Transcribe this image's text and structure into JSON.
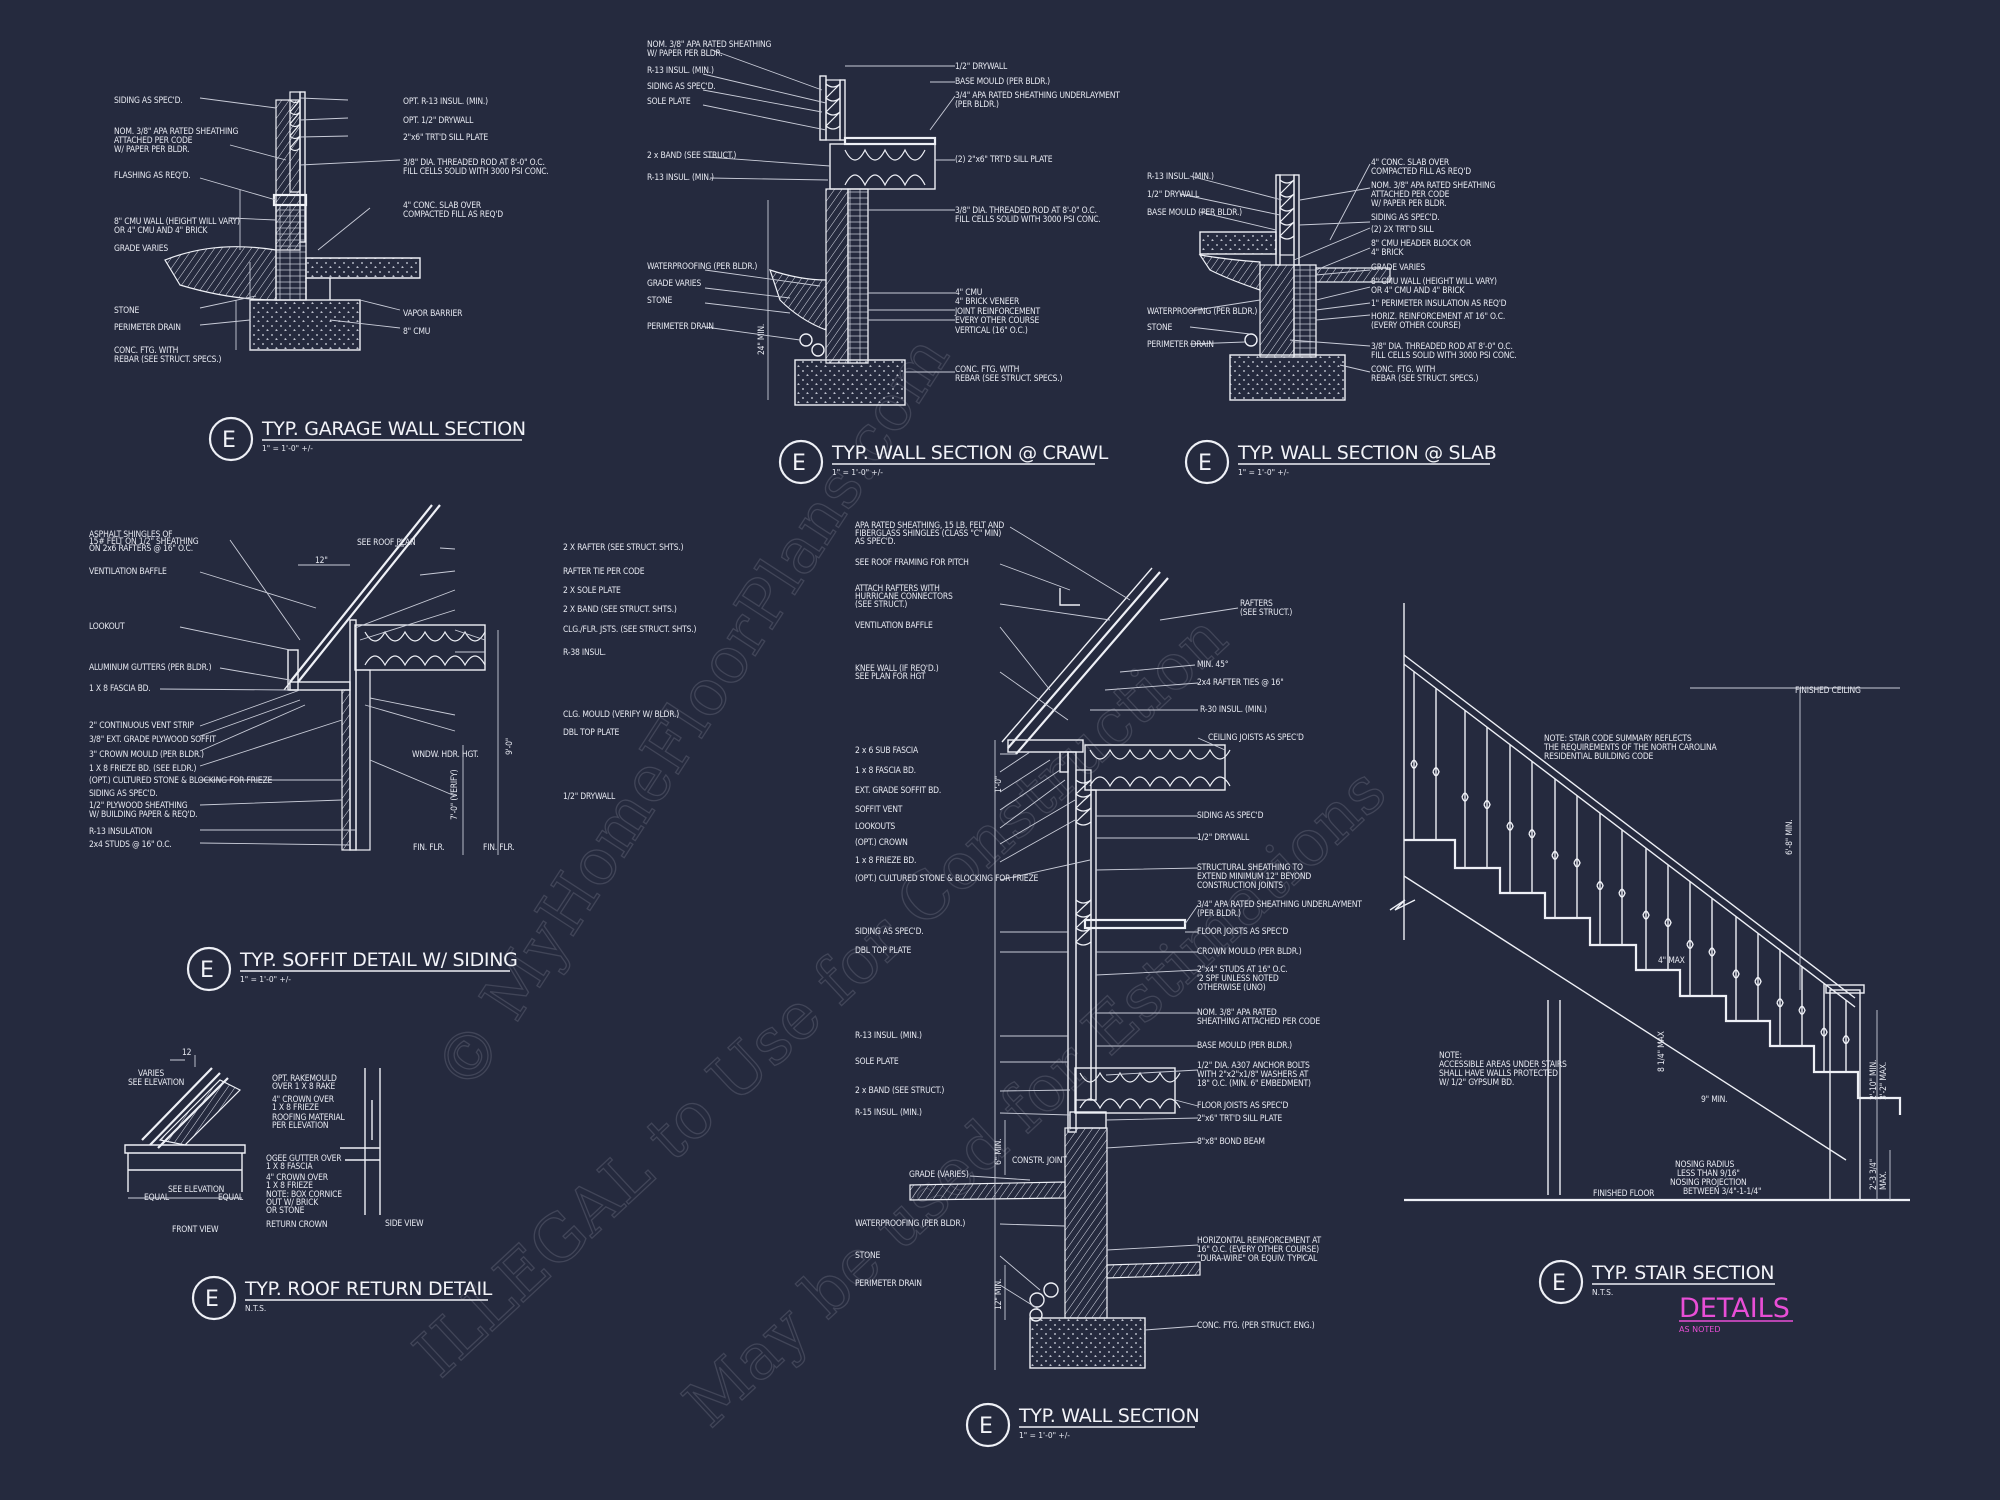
{
  "sheet": {
    "colors": {
      "background": "#252a3e",
      "linework": "#eef0f6",
      "details_accent": "#e84ed6"
    },
    "badge": {
      "title": "DETAILS",
      "subtitle": "AS NOTED"
    },
    "watermark": {
      "line1": "© MyHomeFloorPlans.com",
      "line2": "ILLEGAL to Use for Construction",
      "line3": "May be used for Estimations"
    }
  },
  "details": {
    "garage": {
      "marker": "E",
      "title": "TYP. GARAGE WALL SECTION",
      "scale": "1\" = 1'-0\" +/-",
      "left_notes": [
        "SIDING AS SPEC'D.",
        "NOM. 3/8\" APA RATED SHEATHING",
        "ATTACHED PER CODE",
        "W/ PAPER PER BLDR.",
        "FLASHING AS REQ'D.",
        "8\" CMU WALL (HEIGHT WILL VARY)",
        "OR 4\" CMU AND 4\" BRICK",
        "GRADE VARIES",
        "STONE",
        "PERIMETER DRAIN",
        "CONC. FTG. WITH",
        "REBAR (SEE STRUCT. SPECS.)"
      ],
      "right_notes": [
        "OPT. R-13 INSUL. (MIN.)",
        "OPT. 1/2\" DRYWALL",
        "2\"x6\" TRT'D SILL PLATE",
        "3/8\" DIA. THREADED ROD AT 8'-0\" O.C.",
        "FILL CELLS SOLID WITH 3000 PSI CONC.",
        "4\" CONC. SLAB OVER",
        "COMPACTED FILL AS REQ'D",
        "VAPOR BARRIER",
        "8\" CMU"
      ]
    },
    "crawl": {
      "marker": "E",
      "title": "TYP. WALL SECTION @ CRAWL",
      "scale": "1\" = 1'-0\" +/-",
      "left_notes": [
        "NOM. 3/8\" APA RATED SHEATHING",
        "W/ PAPER PER BLDR.",
        "R-13 INSUL. (MIN.)",
        "SIDING AS SPEC'D.",
        "SOLE PLATE",
        "2 x BAND (SEE STRUCT.)",
        "R-13 INSUL. (MIN.)",
        "WATERPROOFING (PER BLDR.)",
        "GRADE VARIES",
        "STONE",
        "PERIMETER DRAIN"
      ],
      "right_notes": [
        "1/2\" DRYWALL",
        "BASE MOULD (PER BLDR.)",
        "3/4\" APA RATED SHEATHING UNDERLAYMENT",
        "(PER BLDR.)",
        "(2) 2\"x6\" TRT'D SILL PLATE",
        "3/8\" DIA. THREADED ROD AT 8'-0\" O.C.",
        "FILL CELLS SOLID WITH 3000 PSI CONC.",
        "4\" CMU",
        "4\" BRICK VENEER",
        "JOINT REINFORCEMENT",
        "EVERY OTHER COURSE",
        "VERTICAL (16\" O.C.)",
        "CONC. FTG. WITH",
        "REBAR (SEE STRUCT. SPECS.)"
      ],
      "dims": [
        "24\" MIN."
      ]
    },
    "slab": {
      "marker": "E",
      "title": "TYP. WALL SECTION @ SLAB",
      "scale": "1\" = 1'-0\" +/-",
      "left_notes": [
        "R-13 INSUL. (MIN.)",
        "1/2\" DRYWALL",
        "BASE MOULD (PER BLDR.)",
        "WATERPROOFING (PER BLDR.)",
        "STONE",
        "PERIMETER DRAIN"
      ],
      "right_notes": [
        "4\" CONC. SLAB OVER",
        "COMPACTED FILL AS REQ'D",
        "NOM. 3/8\" APA RATED SHEATHING",
        "ATTACHED PER CODE",
        "W/ PAPER PER BLDR.",
        "SIDING AS SPEC'D.",
        "(2) 2X TRT'D SILL",
        "8\" CMU HEADER BLOCK OR",
        "4\" BRICK",
        "GRADE VARIES",
        "8\" CMU WALL (HEIGHT WILL VARY)",
        "OR 4\" CMU AND 4\" BRICK",
        "1\" PERIMETER INSULATION AS REQ'D",
        "HORIZ. REINFORCEMENT AT 16\" O.C.",
        "(EVERY OTHER COURSE)",
        "3/8\" DIA. THREADED ROD AT 8'-0\" O.C.",
        "FILL CELLS SOLID WITH 3000 PSI CONC.",
        "CONC. FTG. WITH",
        "REBAR (SEE STRUCT. SPECS.)"
      ]
    },
    "soffit": {
      "marker": "E",
      "title": "TYP. SOFFIT DETAIL W/ SIDING",
      "scale": "1\" = 1'-0\" +/-",
      "left_notes": [
        "ASPHALT SHINGLES OF",
        "15# FELT ON 1/2\" SHEATHING",
        "ON 2x6 RAFTERS @ 16\" O.C.",
        "VENTILATION BAFFLE",
        "LOOKOUT",
        "ALUMINUM GUTTERS (PER BLDR.)",
        "1 X 8 FASCIA BD.",
        "2\" CONTINUOUS VENT STRIP",
        "3/8\" EXT. GRADE PLYWOOD SOFFIT",
        "3\" CROWN MOULD (PER BLDR.)",
        "1 X 8 FRIEZE BD. (SEE ELDR.)",
        "(OPT.) CULTURED STONE & BLOCKING FOR FRIEZE",
        "SIDING AS SPEC'D.",
        "1/2\" PLYWOOD SHEATHING",
        "W/ BUILDING PAPER & REQ'D.",
        "R-13 INSULATION",
        "2x4 STUDS @ 16\" O.C."
      ],
      "right_notes": [
        "SEE ROOF PLAN",
        "2 X RAFTER (SEE STRUCT. SHTS.)",
        "RAFTER TIE PER CODE",
        "2 X SOLE PLATE",
        "2 X BAND (SEE STRUCT. SHTS.)",
        "CLG./FLR. JSTS. (SEE STRUCT. SHTS.)",
        "R-38 INSUL.",
        "CLG. MOULD (VERIFY W/ BLDR.)",
        "DBL TOP PLATE",
        "1/2\" DRYWALL"
      ],
      "dims": [
        "12\"",
        "WNDW. HDR. HGT.",
        "FIN. FLR.",
        "FIN. FLR.",
        "7'-0\" (VERIFY)",
        "9'-0\""
      ]
    },
    "roof_return": {
      "marker": "E",
      "title": "TYP. ROOF RETURN DETAIL",
      "scale": "N.T.S.",
      "notes": [
        "VARIES",
        "SEE ELEVATION",
        "12",
        "OPT. RAKEMOULD",
        "OVER 1 X 8 RAKE",
        "4\" CROWN OVER",
        "1 X 8 FRIEZE",
        "ROOFING MATERIAL",
        "PER ELEVATION",
        "OGEE GUTTER OVER",
        "1 X 8 FASCIA",
        "4\" CROWN OVER",
        "1 X 8 FRIEZE",
        "NOTE: BOX CORNICE",
        "OUT W/ BRICK",
        "OR STONE",
        "RETURN CROWN",
        "EQUAL",
        "SEE ELEVATION",
        "EQUAL",
        "FRONT VIEW",
        "SIDE VIEW"
      ]
    },
    "wall": {
      "marker": "E",
      "title": "TYP. WALL SECTION",
      "scale": "1\" = 1'-0\" +/-",
      "left_notes": [
        "APA RATED SHEATHING, 15 LB. FELT AND",
        "FIBERGLASS SHINGLES (CLASS \"C\" MIN)",
        "AS SPEC'D.",
        "SEE ROOF FRAMING FOR PITCH",
        "ATTACH RAFTERS WITH",
        "HURRICANE CONNECTORS",
        "(SEE STRUCT.)",
        "VENTILATION BAFFLE",
        "KNEE WALL (IF REQ'D.)",
        "SEE PLAN FOR HGT",
        "2 x 6 SUB FASCIA",
        "1 x 8 FASCIA BD.",
        "EXT. GRADE SOFFIT BD.",
        "SOFFIT VENT",
        "LOOKOUTS",
        "(OPT.) CROWN",
        "1 x 8 FRIEZE BD.",
        "(OPT.) CULTURED STONE & BLOCKING FOR FRIEZE",
        "SIDING AS SPEC'D.",
        "DBL TOP PLATE",
        "R-13 INSUL. (MIN.)",
        "SOLE PLATE",
        "2 x BAND (SEE STRUCT.)",
        "R-15 INSUL. (MIN.)",
        "GRADE (VARIES)",
        "WATERPROOFING (PER BLDR.)",
        "STONE",
        "PERIMETER DRAIN"
      ],
      "right_notes": [
        "RAFTERS",
        "(SEE STRUCT.)",
        "MIN. 45°",
        "2x4 RAFTER TIES @ 16\"",
        "R-30 INSUL. (MIN.)",
        "CEILING JOISTS AS SPEC'D",
        "SIDING AS SPEC'D",
        "1/2\" DRYWALL",
        "STRUCTURAL SHEATHING TO",
        "EXTEND MINIMUM 12\" BEYOND",
        "CONSTRUCTION JOINTS",
        "3/4\" APA RATED SHEATHING UNDERLAYMENT",
        "(PER BLDR.)",
        "FLOOR JOISTS AS SPEC'D",
        "CROWN MOULD (PER BLDR.)",
        "2\"x4\" STUDS AT 16\" O.C.",
        "'2 SPF UNLESS NOTED",
        "OTHERWISE (UNO)",
        "NOM. 3/8\" APA RATED",
        "SHEATHING ATTACHED PER CODE",
        "BASE MOULD (PER BLDR.)",
        "1/2\" DIA. A307 ANCHOR BOLTS",
        "WITH 2\"x2\"x1/8\" WASHERS AT",
        "18\" O.C. (MIN. 6\" EMBEDMENT)",
        "FLOOR JOISTS AS SPEC'D",
        "2\"x6\" TRT'D SILL PLATE",
        "8\"x8\" BOND BEAM",
        "HORIZONTAL REINFORCEMENT AT",
        "16\" O.C. (EVERY OTHER COURSE)",
        "\"DURA-WIRE\" OR EQUIV. TYPICAL",
        "CONC. FTG. (PER STRUCT. ENG.)"
      ],
      "dims": [
        "1'-0\"",
        "6\" MIN.",
        "12\" MIN.",
        "CONSTR. JOINT"
      ]
    },
    "stair": {
      "marker": "E",
      "title": "TYP. STAIR SECTION",
      "scale": "N.T.S.",
      "notes": [
        "FINISHED CEILING",
        "NOTE: STAIR CODE SUMMARY REFLECTS",
        "THE REQUIREMENTS OF THE NORTH CAROLINA",
        "RESIDENTIAL BUILDING CODE",
        "6'-8\" MIN.",
        "4\" MAX",
        "8 1/4\" MAX",
        "9\" MIN.",
        "NOTE:",
        "ACCESSIBLE AREAS UNDER STAIRS",
        "SHALL HAVE WALLS PROTECTED",
        "W/ 1/2\" GYPSUM BD.",
        "NOSING RADIUS",
        "LESS THAN 9/16\"",
        "NOSING PROJECTION",
        "BETWEEN 3/4\"-1-1/4\"",
        "FINISHED FLOOR",
        "2'-10\" MIN.",
        "3'-2\" MAX.",
        "2'-3 3/4\"",
        "MAX."
      ]
    }
  }
}
